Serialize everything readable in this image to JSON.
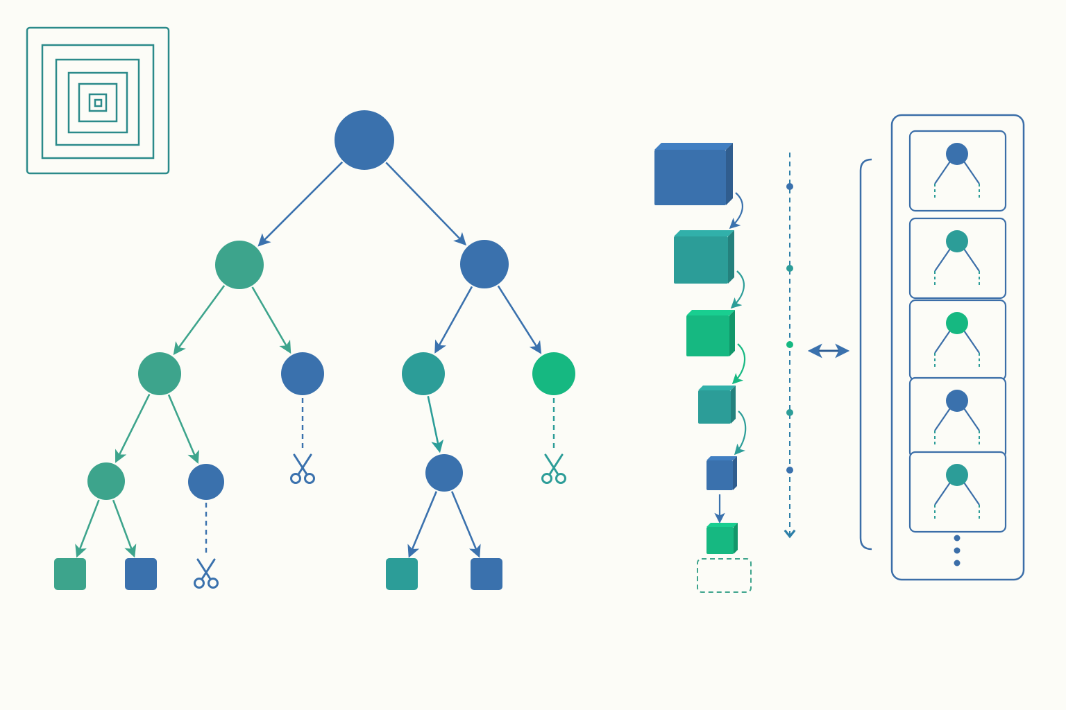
{
  "colors": {
    "background": "#fcfcf7",
    "blue": "#3a71ad",
    "blue_dark": "#2d5c92",
    "teal": "#2c9d98",
    "sea_green": "#3da48c",
    "green": "#16b881",
    "frame_teal": "#2b8a8a",
    "panel_blue": "#3b6ea8"
  },
  "icons": {
    "recursion_logo": "nested-squares-icon",
    "prune_marker": "scissors-icon",
    "link_marker": "double-arrow-icon",
    "continuation": "vertical-ellipsis-icon"
  },
  "tree": {
    "nodes": [
      {
        "id": "root",
        "shape": "circle",
        "color": "blue"
      },
      {
        "id": "l1-left",
        "shape": "circle",
        "color": "sea_green"
      },
      {
        "id": "l1-right",
        "shape": "circle",
        "color": "blue"
      },
      {
        "id": "l2-a",
        "shape": "circle",
        "color": "sea_green"
      },
      {
        "id": "l2-b",
        "shape": "circle",
        "color": "blue"
      },
      {
        "id": "l2-c",
        "shape": "circle",
        "color": "teal"
      },
      {
        "id": "l2-d",
        "shape": "circle",
        "color": "green"
      },
      {
        "id": "l3-a",
        "shape": "circle",
        "color": "sea_green"
      },
      {
        "id": "l3-b",
        "shape": "circle",
        "color": "blue"
      },
      {
        "id": "l3-c",
        "shape": "circle",
        "color": "blue"
      },
      {
        "id": "leaf-1",
        "shape": "square",
        "color": "sea_green"
      },
      {
        "id": "leaf-2",
        "shape": "square",
        "color": "blue"
      },
      {
        "id": "leaf-3",
        "shape": "square",
        "color": "teal"
      },
      {
        "id": "leaf-4",
        "shape": "square",
        "color": "blue"
      }
    ],
    "edges": [
      {
        "from": "root",
        "to": "l1-left",
        "color": "blue"
      },
      {
        "from": "root",
        "to": "l1-right",
        "color": "blue"
      },
      {
        "from": "l1-left",
        "to": "l2-a",
        "color": "sea_green"
      },
      {
        "from": "l1-left",
        "to": "l2-b",
        "color": "sea_green"
      },
      {
        "from": "l1-right",
        "to": "l2-c",
        "color": "blue"
      },
      {
        "from": "l1-right",
        "to": "l2-d",
        "color": "blue"
      },
      {
        "from": "l2-a",
        "to": "l3-a",
        "color": "sea_green"
      },
      {
        "from": "l2-a",
        "to": "l3-b",
        "color": "sea_green"
      },
      {
        "from": "l2-c",
        "to": "l3-c",
        "color": "teal"
      },
      {
        "from": "l3-a",
        "to": "leaf-1",
        "color": "sea_green"
      },
      {
        "from": "l3-a",
        "to": "leaf-2",
        "color": "sea_green"
      },
      {
        "from": "l3-c",
        "to": "leaf-3",
        "color": "blue"
      },
      {
        "from": "l3-c",
        "to": "leaf-4",
        "color": "blue"
      }
    ],
    "pruned": [
      {
        "from": "l2-b",
        "color": "blue"
      },
      {
        "from": "l2-d",
        "color": "teal"
      },
      {
        "from": "l3-b",
        "color": "blue"
      }
    ]
  },
  "stack": {
    "cubes": [
      {
        "color": "blue"
      },
      {
        "color": "teal"
      },
      {
        "color": "green"
      },
      {
        "color": "teal"
      },
      {
        "color": "blue"
      },
      {
        "color": "green"
      }
    ],
    "empty_slot": true,
    "timeline_dots": 5
  },
  "panel": {
    "cards": [
      {
        "node_color": "blue"
      },
      {
        "node_color": "teal"
      },
      {
        "node_color": "green"
      },
      {
        "node_color": "blue"
      },
      {
        "node_color": "teal"
      }
    ],
    "more_dots": 3
  }
}
